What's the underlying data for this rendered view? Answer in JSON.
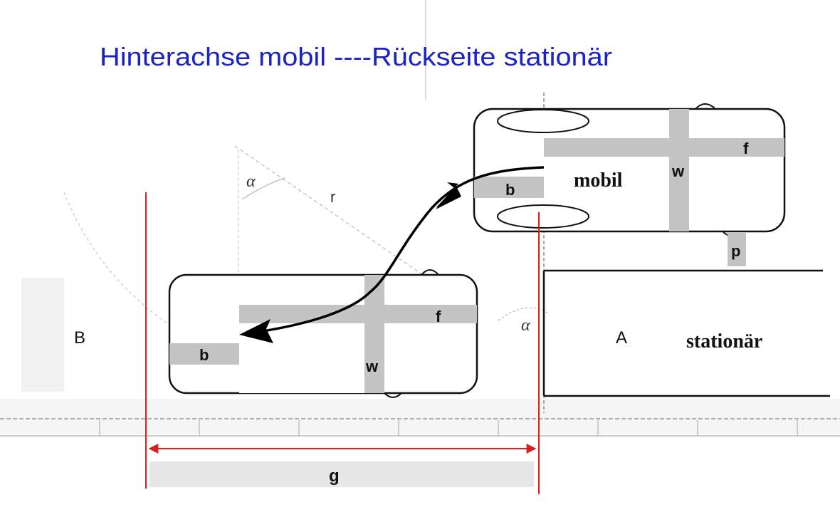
{
  "title": "Hinterachse mobil ----Rückseite stationär",
  "labels": {
    "b_mobile": "b",
    "f_mobile": "f",
    "w_mobile": "w",
    "p": "p",
    "mobil": "mobil",
    "b_parked": "b",
    "f_parked": "f",
    "w_parked": "w",
    "B": "B",
    "A": "A",
    "stationaer": "stationär",
    "alpha_top": "α",
    "alpha_mid": "α",
    "r": "r",
    "g": "g"
  },
  "colors": {
    "title": "#1a22c8",
    "red_line": "#d42020",
    "bar": "#c4c4c4",
    "outline": "#111111"
  }
}
